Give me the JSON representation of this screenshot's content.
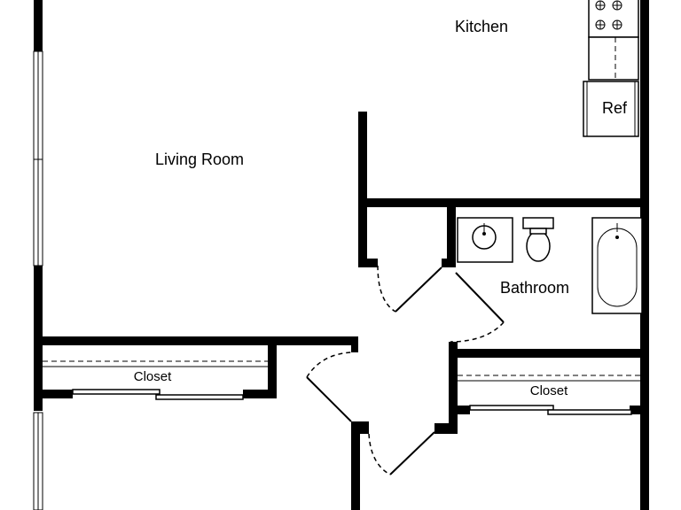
{
  "rooms": {
    "kitchen": "Kitchen",
    "living_room": "Living Room",
    "bathroom": "Bathroom"
  },
  "fixtures": {
    "refrigerator": "Ref"
  },
  "closets": {
    "left": "Closet",
    "right": "Closet"
  },
  "colors": {
    "wall": "#000000",
    "background": "#ffffff"
  }
}
